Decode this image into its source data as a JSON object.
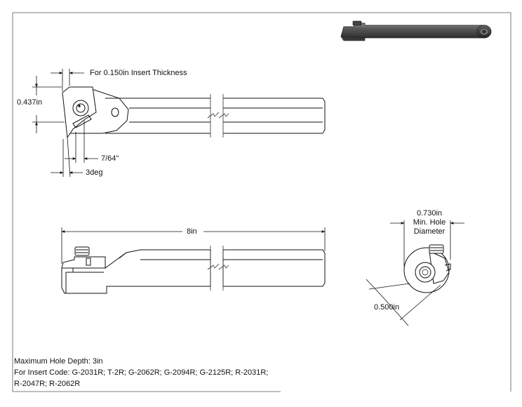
{
  "drawing": {
    "top_view": {
      "insert_thickness_note": "For 0.150in Insert Thickness",
      "height_dim": "0.437in",
      "offset_dim": "7/64\"",
      "angle_dim": "3deg"
    },
    "side_view": {
      "length_dim": "8in"
    },
    "end_view": {
      "min_hole_line1": "0.730in",
      "min_hole_line2": "Min. Hole",
      "min_hole_line3": "Diameter",
      "shank_dim": "0.500in"
    },
    "notes": {
      "max_hole_depth": "Maximum Hole Depth: 3in",
      "insert_codes_line1": "For Insert Code: G-2031R; T-2R; G-2062R; G-2094R; G-2125R; R-2031R;",
      "insert_codes_line2": "R-2047R; R-2062R"
    }
  }
}
